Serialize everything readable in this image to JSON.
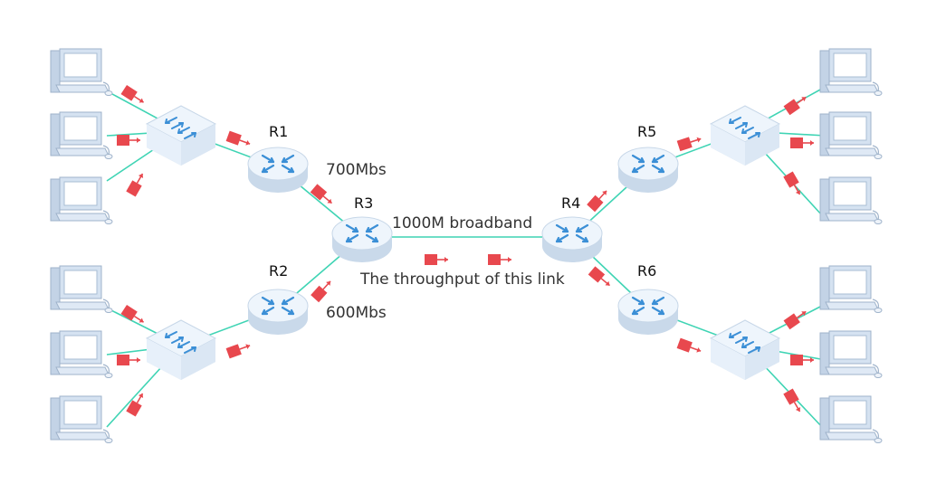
{
  "routers": [
    {
      "id": "R1",
      "label": "R1"
    },
    {
      "id": "R2",
      "label": "R2"
    },
    {
      "id": "R3",
      "label": "R3"
    },
    {
      "id": "R4",
      "label": "R4"
    },
    {
      "id": "R5",
      "label": "R5"
    },
    {
      "id": "R6",
      "label": "R6"
    }
  ],
  "links": {
    "r1_r3_bandwidth": "700Mbs",
    "r2_r3_bandwidth": "600Mbs",
    "backbone_bandwidth": "1000M broadband",
    "backbone_note": "The throughput of this link"
  },
  "colors": {
    "link_line": "#3fd4b4",
    "packet": "#e8484e",
    "router_face": "#e6f1fb",
    "router_arrows": "#3b8fd6",
    "switch_face": "#e8f2fc",
    "pc_body": "#dfe9f5",
    "pc_screen": "#ffffff"
  },
  "icons": [
    "router-icon",
    "switch-icon",
    "computer-icon",
    "packet-icon"
  ]
}
